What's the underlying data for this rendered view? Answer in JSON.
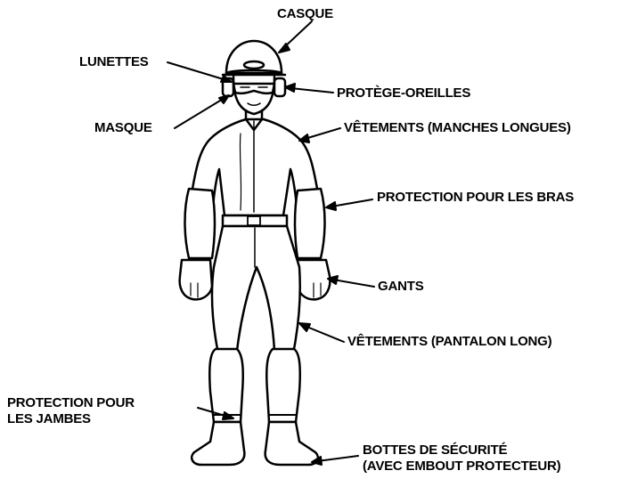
{
  "labels": {
    "casque": "CASQUE",
    "lunettes": "LUNETTES",
    "protege_oreilles": "PROTÈGE-OREILLES",
    "masque": "MASQUE",
    "vetements_manches": "VÊTEMENTS (MANCHES LONGUES)",
    "protection_bras": "PROTECTION POUR LES BRAS",
    "gants": "GANTS",
    "vetements_pantalon": "VÊTEMENTS (PANTALON LONG)",
    "protection_jambes_1": "PROTECTION POUR",
    "protection_jambes_2": "LES JAMBES",
    "bottes_1": "BOTTES DE SÉCURITÉ",
    "bottes_2": "(AVEC EMBOUT PROTECTEUR)"
  },
  "colors": {
    "ink": "#000000",
    "paper": "#ffffff"
  }
}
